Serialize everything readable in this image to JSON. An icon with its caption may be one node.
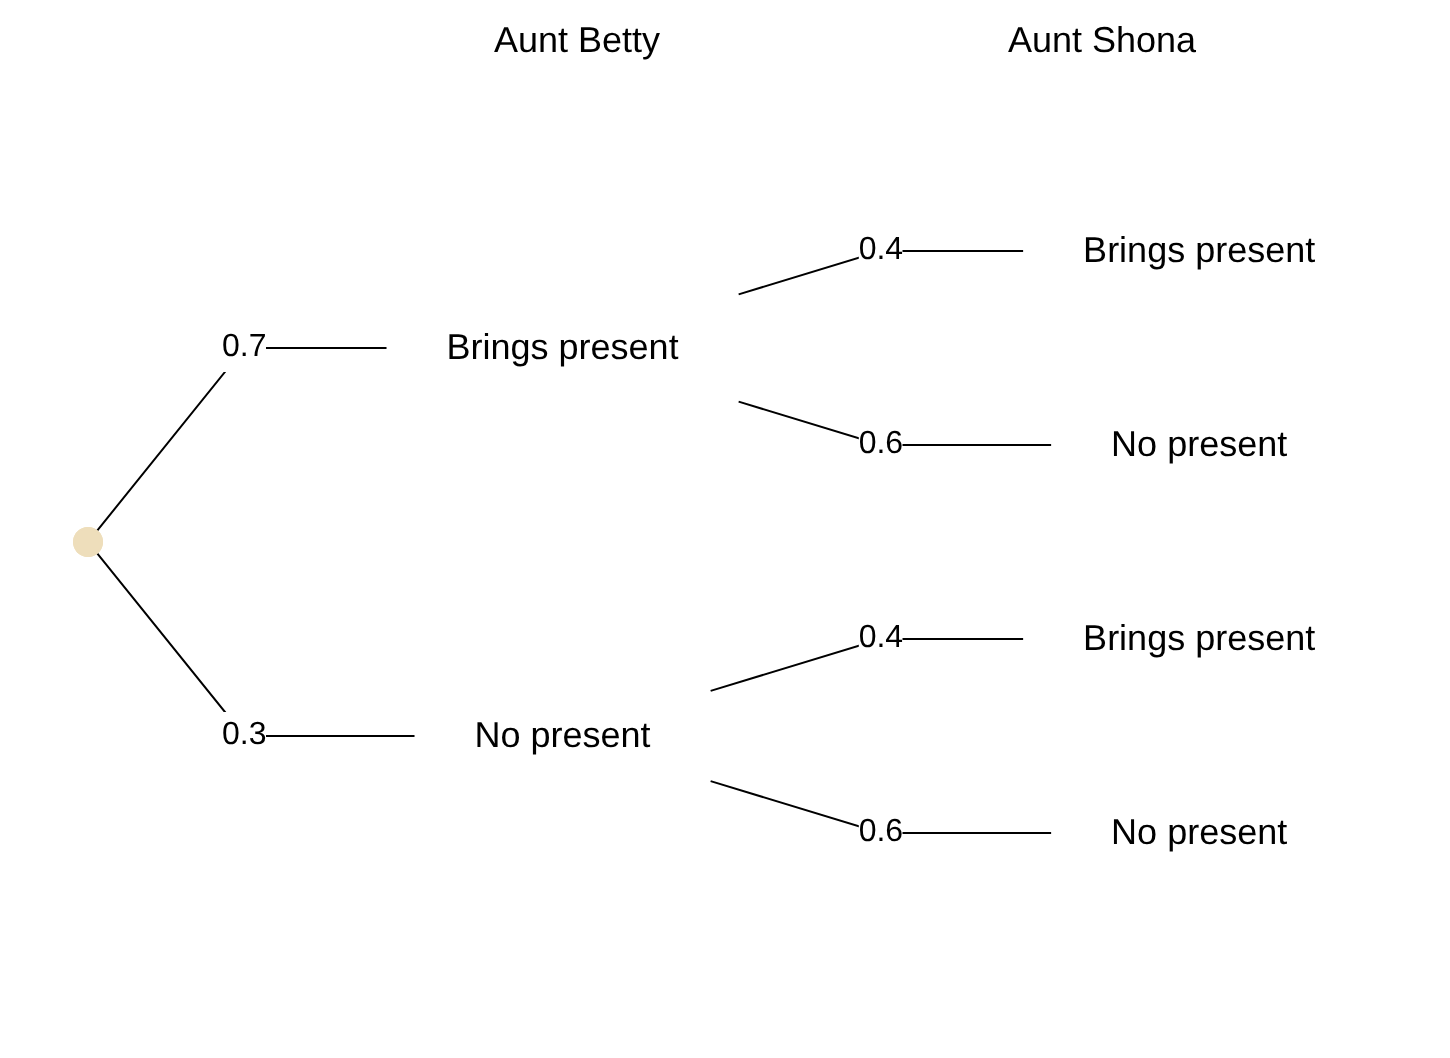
{
  "diagram": {
    "nodes": [
      {
        "text": [],
        "shape": "point"
      },
      {
        "text": [
          "Brings present"
        ]
      },
      {
        "text": [
          "No present"
        ]
      },
      {
        "text": [
          "Brings present"
        ]
      },
      {
        "text": [
          "No present"
        ]
      },
      {
        "text": [
          "Brings present"
        ]
      },
      {
        "text": [
          "No present"
        ]
      }
    ],
    "edges": [
      {
        "from": 0,
        "to": 1,
        "arrow": "none",
        "label": "0.7"
      },
      {
        "from": 0,
        "to": 2,
        "arrow": "none",
        "label": "0.3"
      },
      {
        "from": 1,
        "to": 3,
        "arrow": "none",
        "label": "0.4"
      },
      {
        "from": 1,
        "to": 4,
        "arrow": "none",
        "label": "0.6"
      },
      {
        "from": 2,
        "to": 5,
        "arrow": "none",
        "label": "0.4"
      },
      {
        "from": 2,
        "to": 6,
        "arrow": "none",
        "label": "0.6"
      }
    ],
    "labels": [
      "Aunt Betty",
      "Aunt Shona"
    ]
  }
}
